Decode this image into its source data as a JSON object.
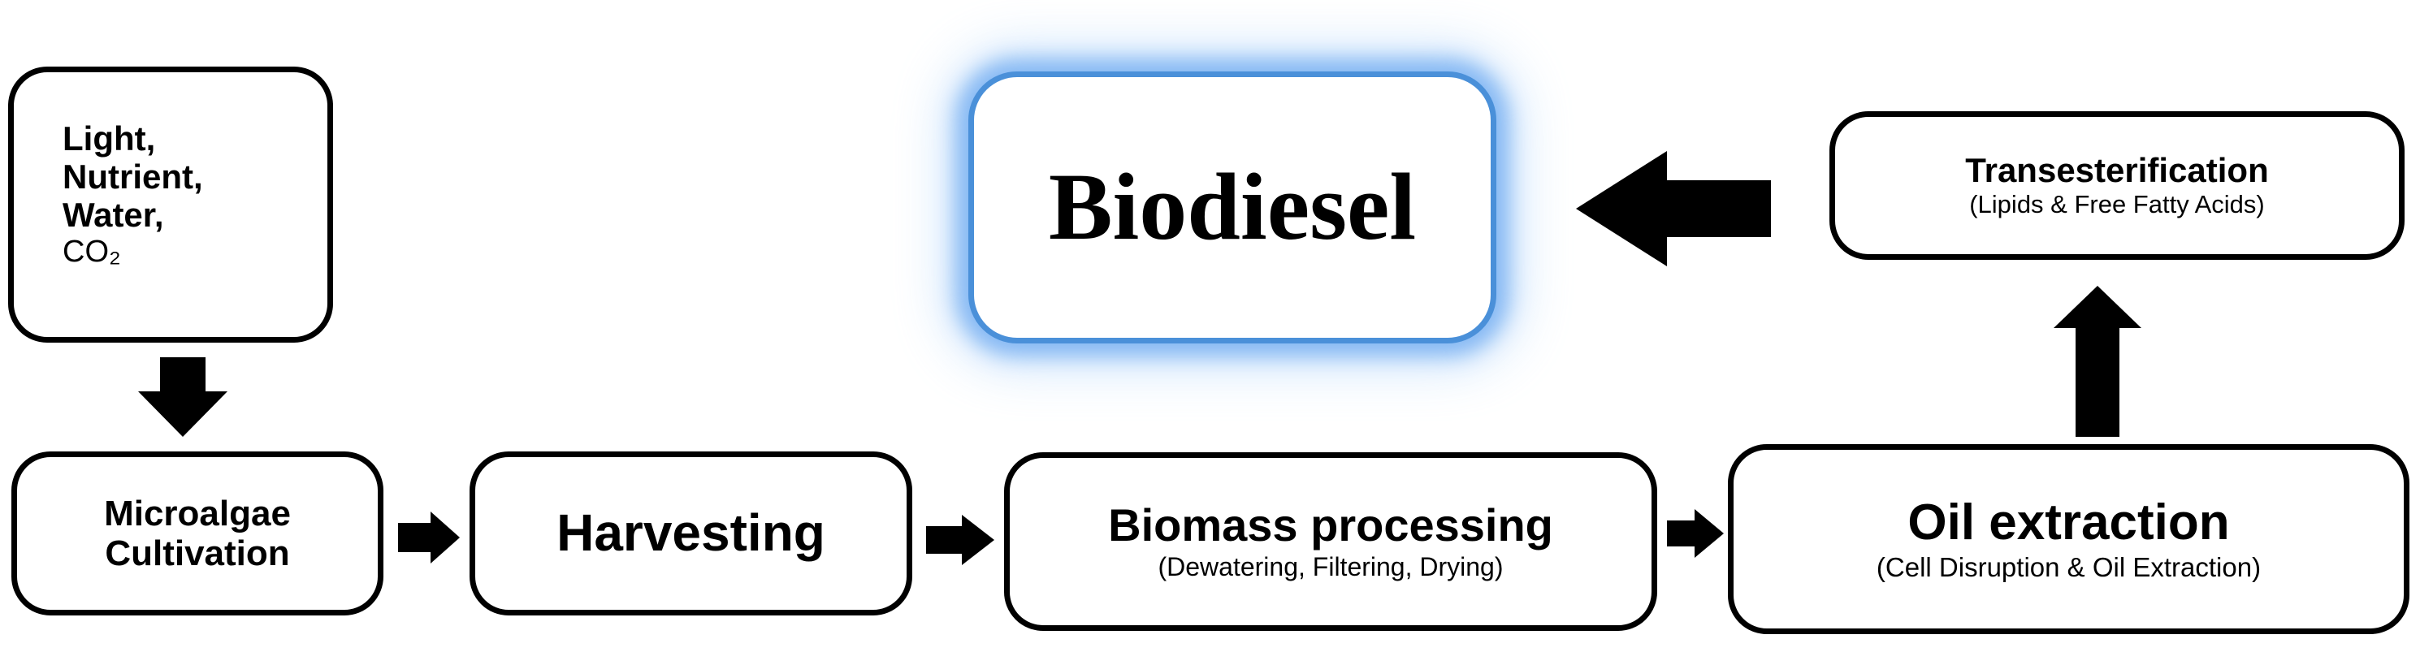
{
  "diagram": {
    "inputs": {
      "lines": [
        "Light,",
        "Nutrient,",
        "Water,",
        "CO₂"
      ]
    },
    "biodiesel": {
      "label": "Biodiesel"
    },
    "transesterification": {
      "title": "Transesterification",
      "subtitle": "(Lipids & Free Fatty Acids)"
    },
    "cultivation": {
      "lines": [
        "Microalgae",
        "Cultivation"
      ]
    },
    "harvesting": {
      "title": "Harvesting"
    },
    "biomass": {
      "title": "Biomass processing",
      "subtitle": "(Dewatering, Filtering, Drying)"
    },
    "oil_extraction": {
      "title": "Oil extraction",
      "subtitle": "(Cell Disruption & Oil Extraction)"
    }
  },
  "colors": {
    "stroke": "#000000",
    "arrow": "#000000",
    "highlight_border": "#4a90d9",
    "highlight_glow": "#8cc4f6"
  }
}
